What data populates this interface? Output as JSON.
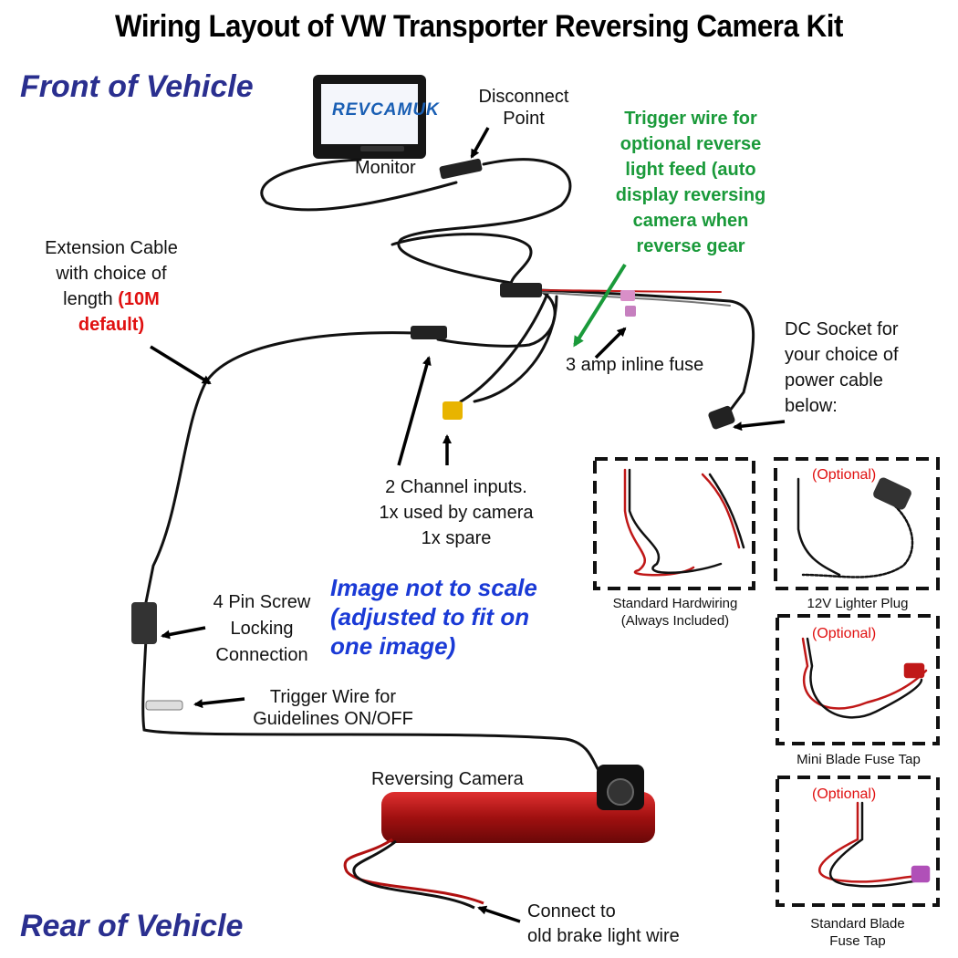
{
  "title": "Wiring Layout of VW Transporter Reversing Camera Kit",
  "front_label": "Front of Vehicle",
  "rear_label": "Rear of Vehicle",
  "monitor": {
    "brand": "REVCAMUK",
    "label": "Monitor"
  },
  "disconnect": {
    "line1": "Disconnect",
    "line2": "Point"
  },
  "trigger_reverse": {
    "lines": [
      "Trigger wire for",
      "optional reverse",
      "light feed (auto",
      "display reversing",
      "camera when",
      "reverse gear"
    ]
  },
  "extension": {
    "line1": "Extension Cable",
    "line2": "with choice of",
    "line3_prefix": "length ",
    "line3_red": "(10M",
    "line4_red": "default)"
  },
  "fuse": {
    "label": "3 amp inline fuse"
  },
  "dc_socket": {
    "line1": "DC Socket for",
    "line2": "your choice of",
    "line3": "power cable",
    "line4": "below:"
  },
  "channels": {
    "line1": "2 Channel inputs.",
    "line2": "1x used by camera",
    "line3": "1x spare"
  },
  "scale_note": {
    "line1": "Image not to scale",
    "line2": "(adjusted to fit on",
    "line3": "one image)"
  },
  "pin_conn": {
    "line1": "4 Pin Screw",
    "line2": "Locking",
    "line3": "Connection"
  },
  "guidelines": {
    "line1": "Trigger Wire for",
    "line2": "Guidelines ON/OFF"
  },
  "camera": {
    "label": "Reversing Camera"
  },
  "brake": {
    "line1": "Connect to",
    "line2": "old brake light wire"
  },
  "options": {
    "hardwiring": {
      "line1": "Standard Hardwiring",
      "line2": "(Always Included)"
    },
    "lighter": {
      "optional": "(Optional)",
      "label": "12V Lighter Plug"
    },
    "mini_blade": {
      "optional": "(Optional)",
      "label": "Mini Blade Fuse Tap"
    },
    "std_blade": {
      "optional": "(Optional)",
      "line1": "Standard Blade",
      "line2": "Fuse Tap"
    }
  },
  "colors": {
    "navy": "#2a2f8f",
    "green": "#1a9a3a",
    "blue": "#1a3ad6",
    "red": "#e01010"
  }
}
